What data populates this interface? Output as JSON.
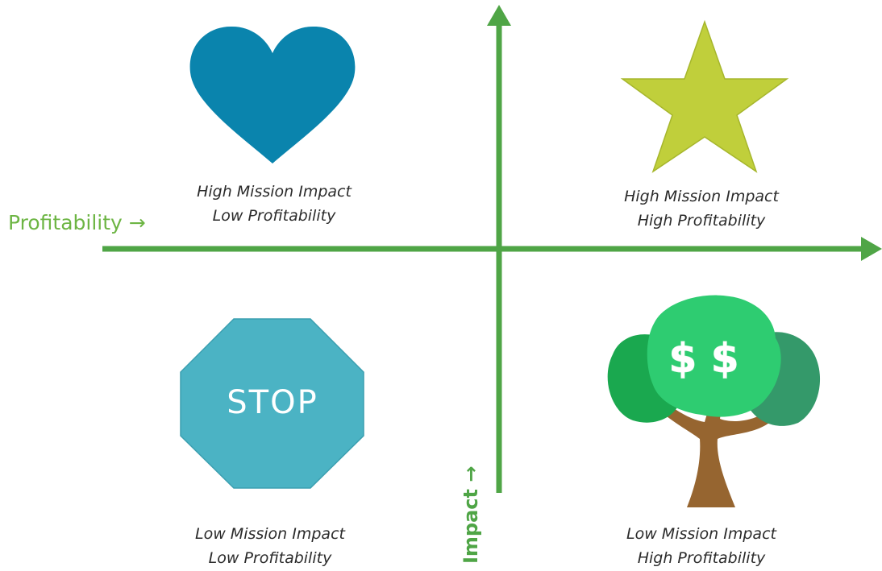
{
  "axes": {
    "x_label": "Profitability →",
    "y_label": "Impact →",
    "color": "#4fa546"
  },
  "quadrants": {
    "top_left": {
      "icon": "heart-icon",
      "color": "#0a84ad",
      "line1": "High Mission Impact",
      "line2": "Low Profitability"
    },
    "top_right": {
      "icon": "star-icon",
      "color": "#c0cf3b",
      "line1": "High Mission Impact",
      "line2": "High Profitability"
    },
    "bottom_left": {
      "icon": "stop-sign-icon",
      "color": "#4bb3c4",
      "sign_text": "STOP",
      "line1": "Low Mission Impact",
      "line2": "Low Profitability"
    },
    "bottom_right": {
      "icon": "money-tree-icon",
      "colors": {
        "canopy_light": "#2ecc71",
        "canopy_mid": "#1aa84f",
        "canopy_dark": "#34996a",
        "trunk": "#966530"
      },
      "canopy_text": "$ $",
      "line1": "Low Mission Impact",
      "line2": "High Profitability"
    }
  }
}
